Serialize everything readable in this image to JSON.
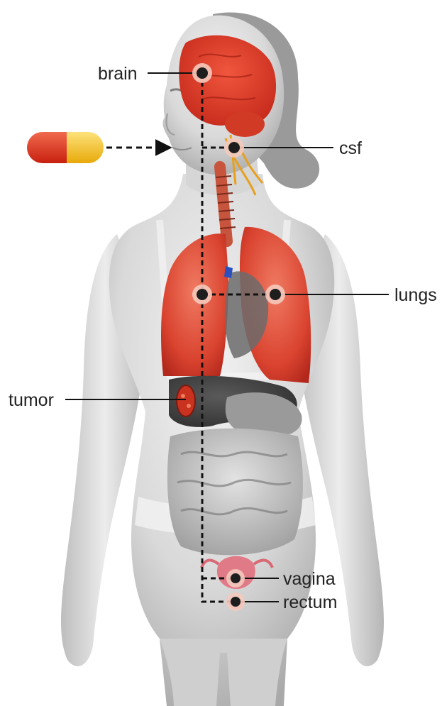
{
  "labels": {
    "brain": "brain",
    "csf": "csf",
    "lungs": "lungs",
    "tumor": "tumor",
    "vagina": "vagina",
    "rectum": "rectum"
  },
  "colors": {
    "body_light": "#e8e8e8",
    "body_mid": "#c9c9c9",
    "body_dark": "#8f8f8f",
    "organ_red": "#d83a2a",
    "organ_red_light": "#ee6a55",
    "pill_red": "#e23a22",
    "pill_yellow": "#f6c21a",
    "marker_dark": "#1e1e1e",
    "marker_halo": "#f4c9bd",
    "line": "#111111"
  },
  "icons": {
    "pill": "capsule-pill-icon",
    "marker": "target-dot-icon"
  }
}
